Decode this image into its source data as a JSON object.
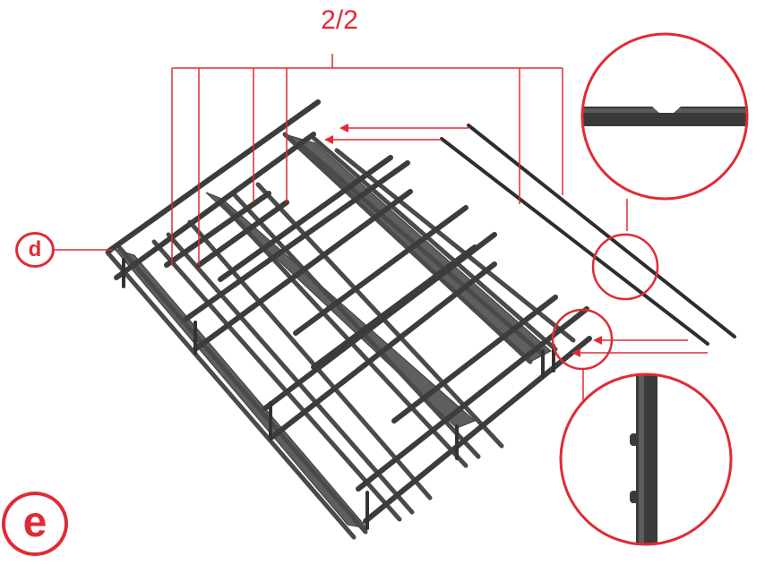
{
  "page_label": "2/2",
  "callouts": {
    "d": "d",
    "e": "e"
  },
  "colors": {
    "accent": "#e02b35",
    "rod": "#454545",
    "rod_dark": "#2a2a2a",
    "panel": "#5c5c5c",
    "background": "#ffffff"
  }
}
